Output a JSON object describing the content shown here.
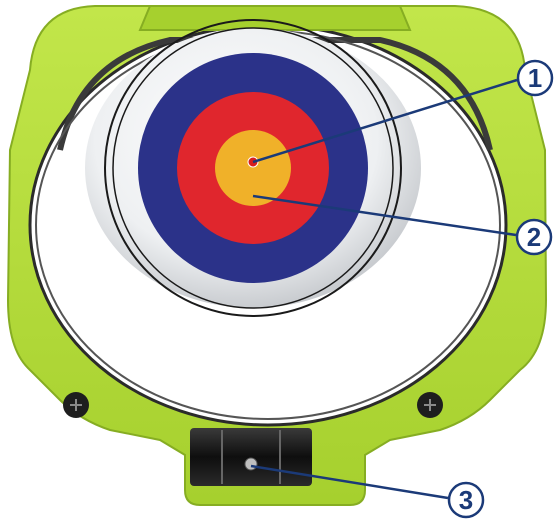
{
  "callouts": [
    {
      "number": "1",
      "target": "red-dot-icon"
    },
    {
      "number": "2",
      "target": "target-face"
    },
    {
      "number": "3",
      "target": "bubble-level"
    }
  ],
  "colors": {
    "frame": "#b5dd3c",
    "frame_dark": "#8fb826",
    "target_blue": "#2b3289",
    "target_red": "#e0262d",
    "target_gold": "#f0b129",
    "callout": "#1b3a78",
    "screw": "#222222"
  },
  "icons": [
    "red-dot-icon",
    "screw-icon",
    "bubble-level-icon"
  ]
}
